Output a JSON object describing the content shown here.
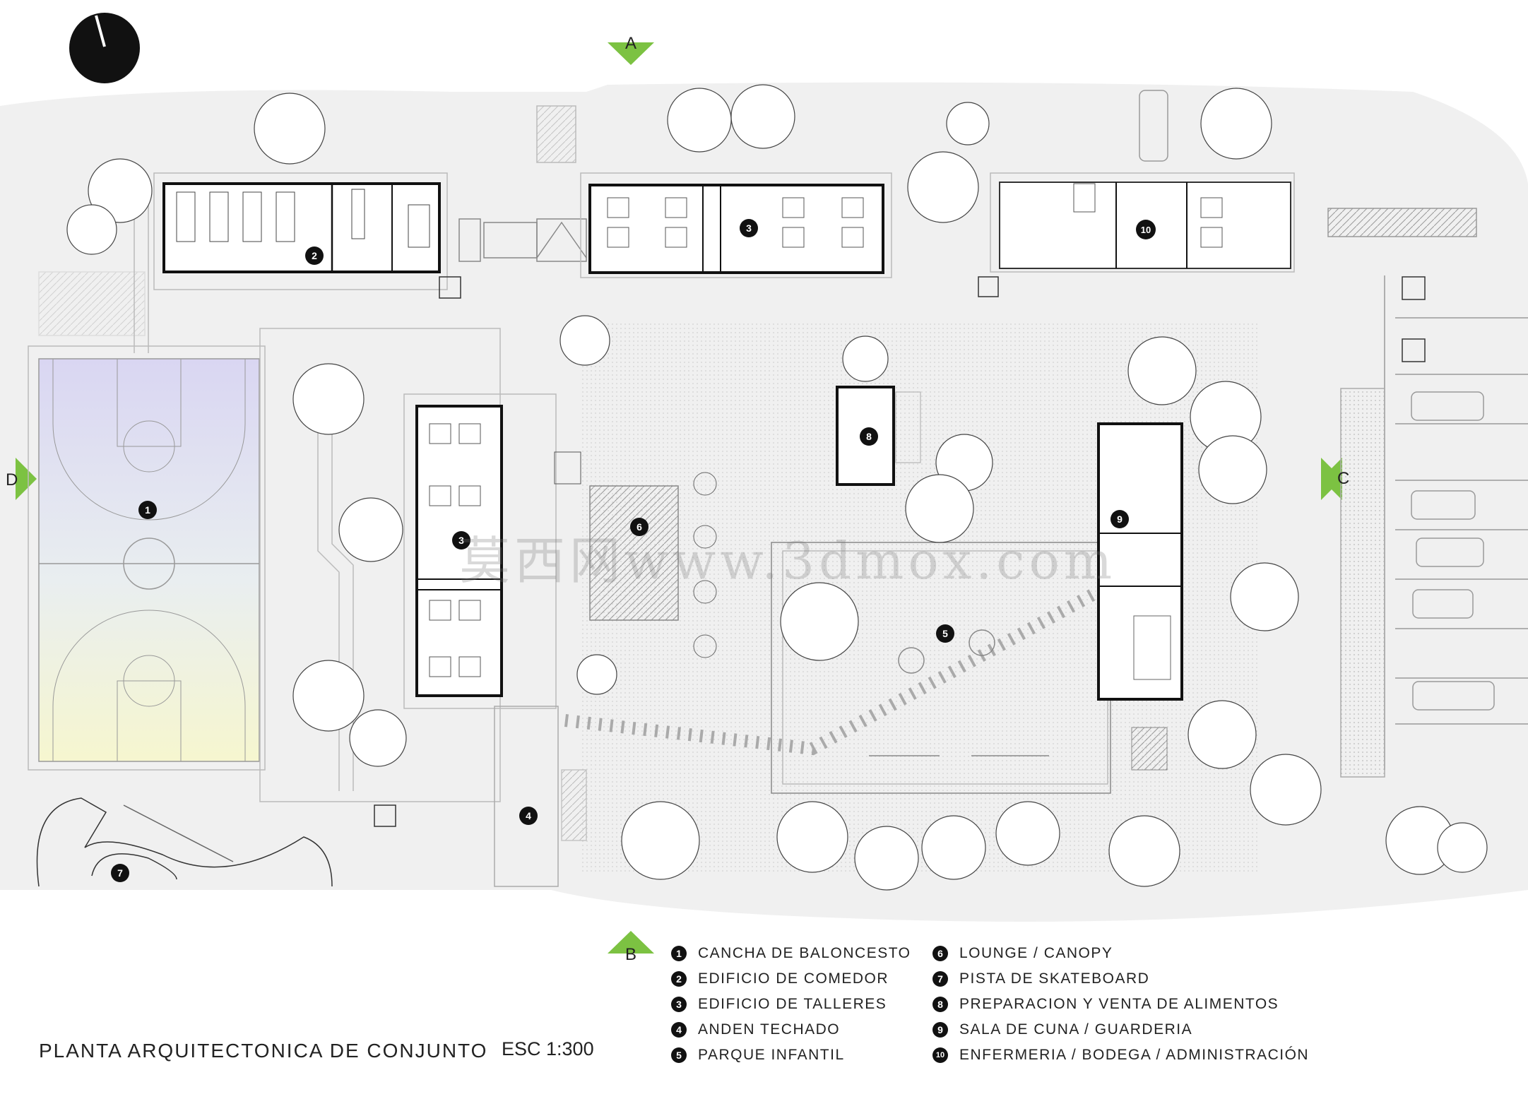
{
  "title": "PLANTA ARQUITECTONICA DE CONJUNTO",
  "scale": "ESC 1:300",
  "watermark": "莫西网www.3dmox.com",
  "section_markers": {
    "a": "A",
    "b": "B",
    "c": "C",
    "d": "D"
  },
  "legend": [
    {
      "num": "1",
      "label": "CANCHA DE BALONCESTO"
    },
    {
      "num": "2",
      "label": "EDIFICIO DE COMEDOR"
    },
    {
      "num": "3",
      "label": "EDIFICIO DE TALLERES"
    },
    {
      "num": "4",
      "label": "ANDEN TECHADO"
    },
    {
      "num": "5",
      "label": "PARQUE INFANTIL"
    },
    {
      "num": "6",
      "label": "LOUNGE / CANOPY"
    },
    {
      "num": "7",
      "label": "PISTA DE SKATEBOARD"
    },
    {
      "num": "8",
      "label": "PREPARACION Y VENTA DE ALIMENTOS"
    },
    {
      "num": "9",
      "label": "SALA DE CUNA / GUARDERIA"
    },
    {
      "num": "10",
      "label": "ENFERMERIA / BODEGA / ADMINISTRACIÓN"
    }
  ],
  "plan_labels": {
    "court": "1",
    "dining": "2",
    "workshop_north": "3",
    "workshop_west": "3",
    "platform": "4",
    "playground": "5",
    "lounge": "6",
    "skate": "7",
    "food": "8",
    "nursery": "9",
    "admin": "10"
  },
  "colors": {
    "marker_green": "#7cc242",
    "ink": "#111111",
    "ground": "#efefef"
  }
}
